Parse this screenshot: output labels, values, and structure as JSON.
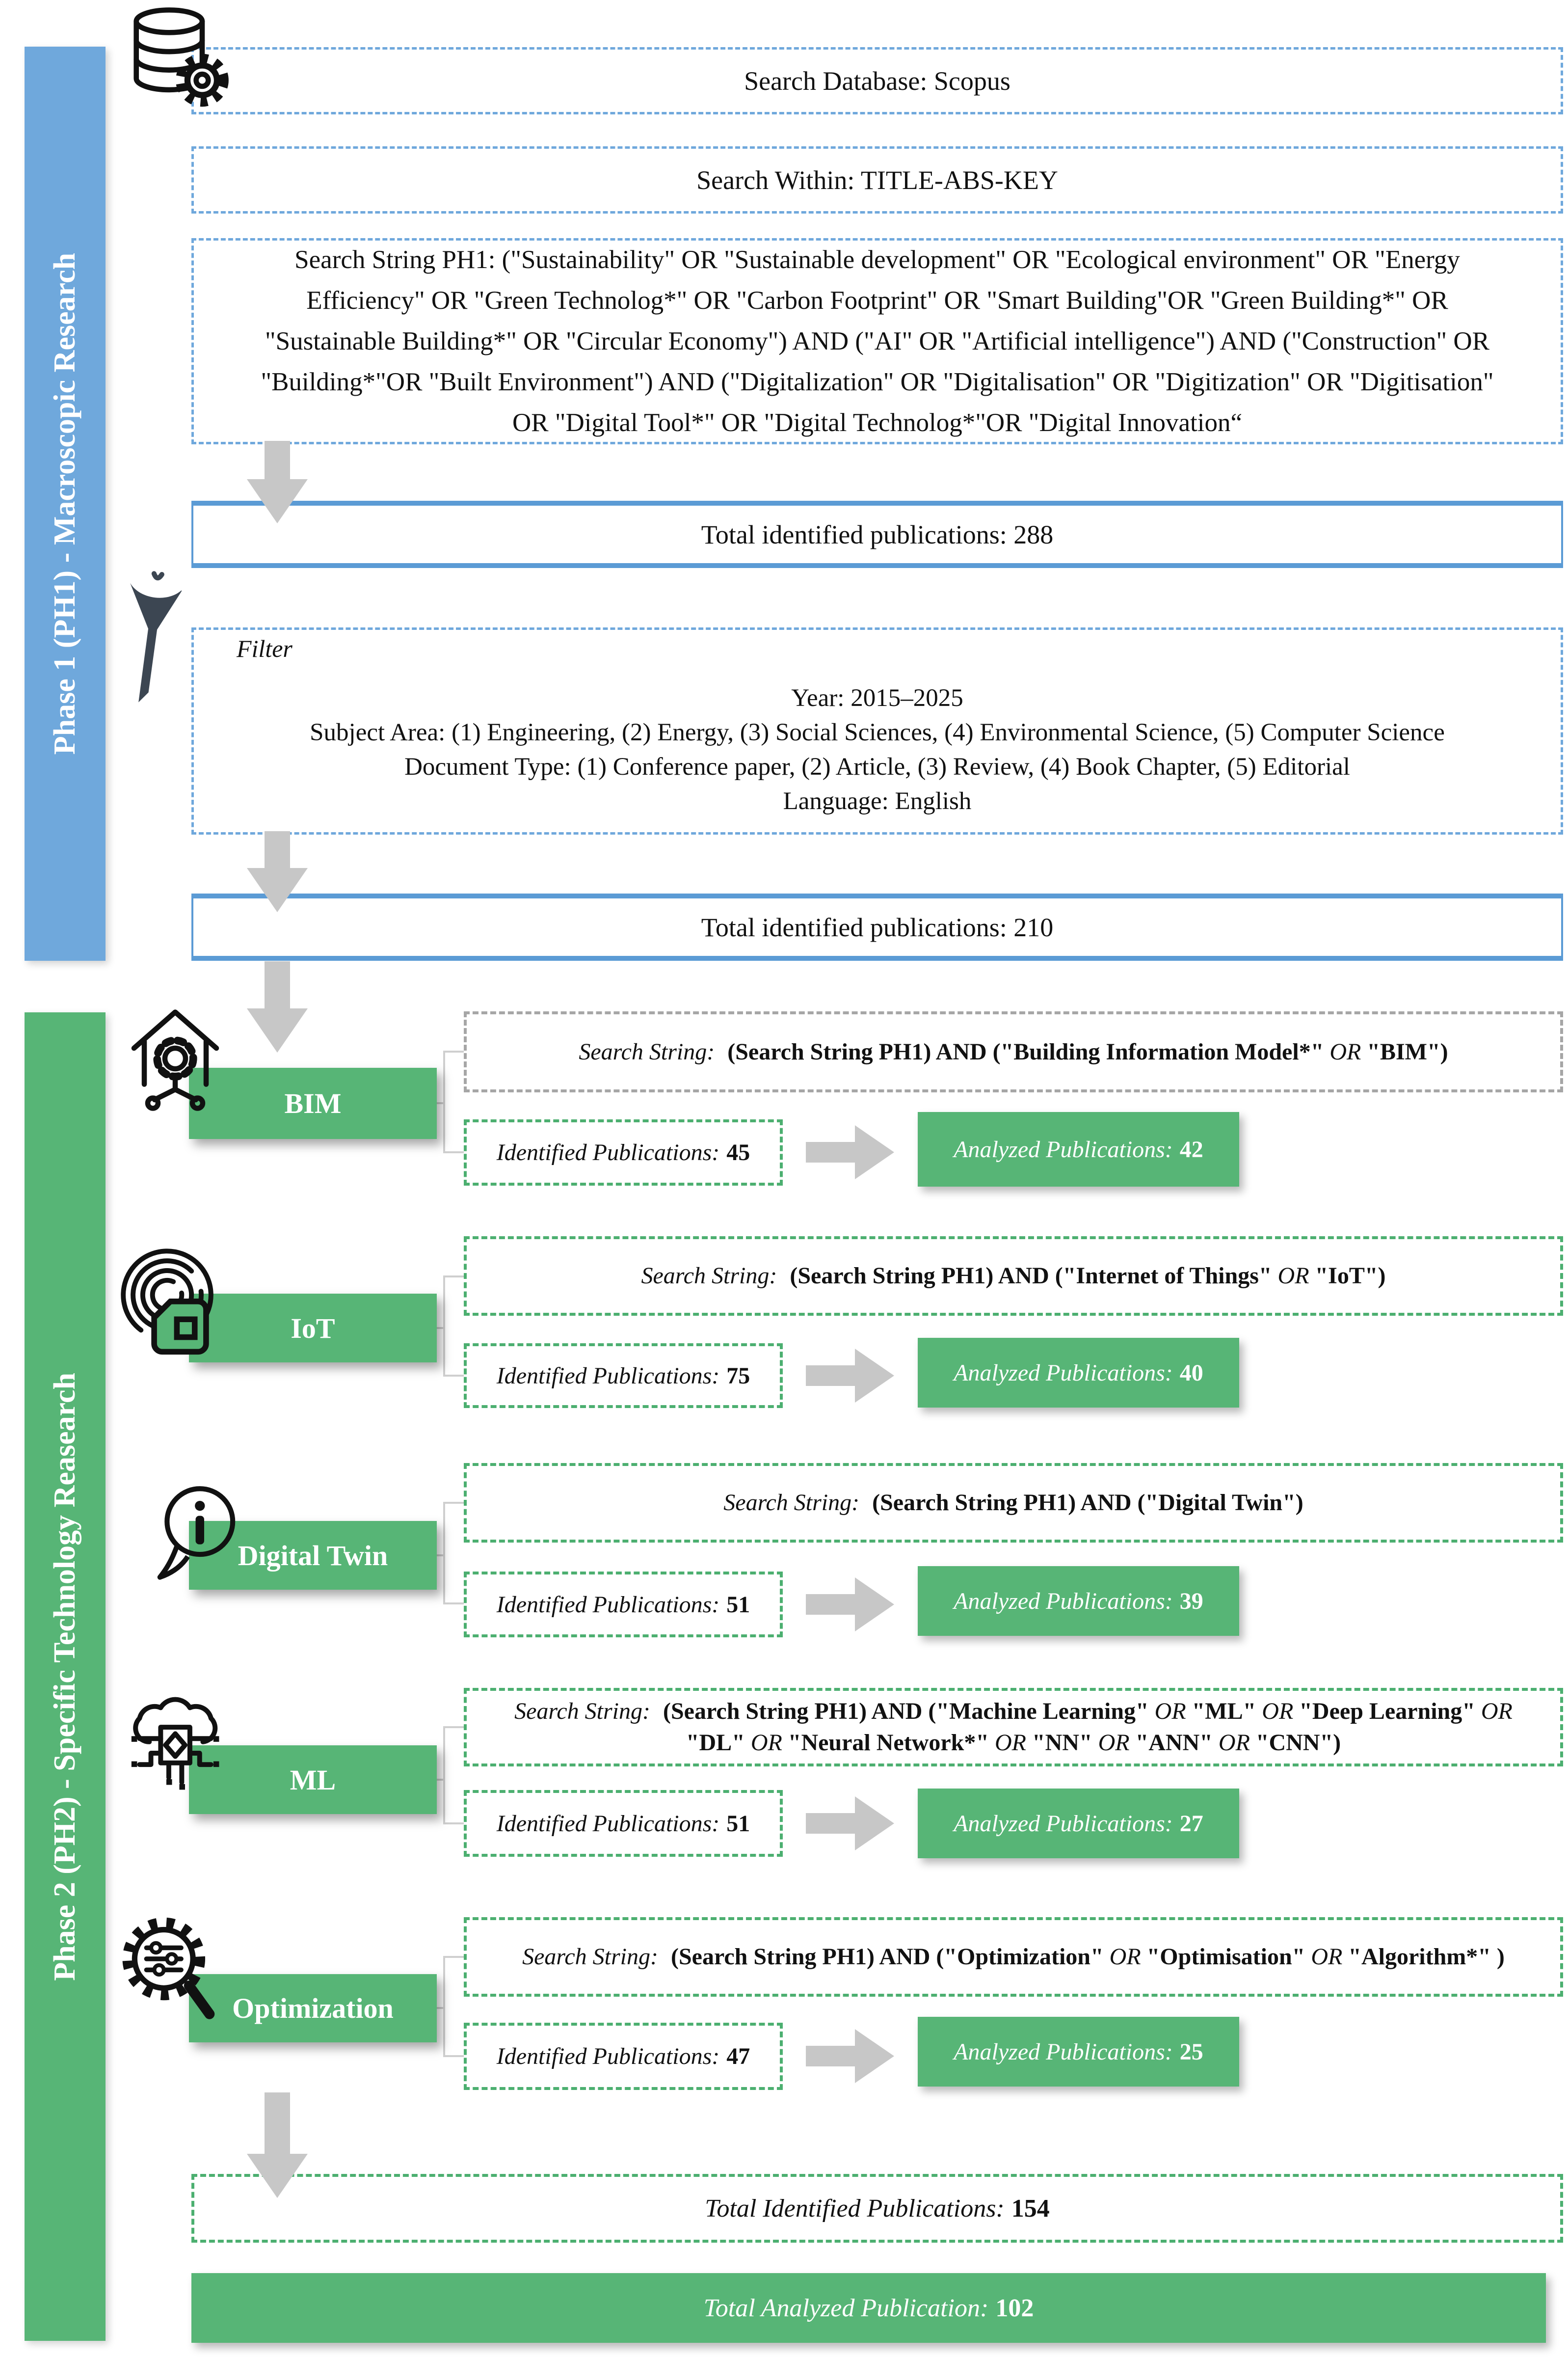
{
  "phase1": {
    "sidebar_label": "Phase 1 (PH1) - Macroscopic Research",
    "sidebar_color": "#6fa8dc",
    "database_box": "Search Database: Scopus",
    "within_box": "Search Within: TITLE-ABS-KEY",
    "search_string": "Search String PH1: (\"Sustainability\" OR \"Sustainable development\" OR \"Ecological environment\" OR \"Energy Efficiency\" OR \"Green Technolog*\" OR \"Carbon Footprint\" OR \"Smart Building\"OR \"Green Building*\" OR \"Sustainable Building*\" OR \"Circular Economy\") AND (\"AI\" OR \"Artificial intelligence\") AND (\"Construction\" OR \"Building*\"OR \"Built Environment\") AND (\"Digitalization\" OR \"Digitalisation\" OR \"Digitization\" OR \"Digitisation\" OR \"Digital Tool*\" OR \"Digital Technolog*\"OR \"Digital Innovation“",
    "total_identified_288": "Total identified publications: 288",
    "filter_label": "Filter",
    "filter_lines": [
      "Year: 2015–2025",
      "Subject Area:  (1) Engineering, (2) Energy, (3) Social Sciences, (4) Environmental Science, (5) Computer Science",
      "Document Type: (1) Conference paper, (2) Article, (3) Review, (4) Book Chapter, (5) Editorial",
      "Language: English"
    ],
    "total_identified_210": "Total identified publications: 210",
    "icons": {
      "database": "database-gear-icon",
      "filter": "filter-funnel-icon"
    }
  },
  "phase2": {
    "sidebar_label": "Phase 2 (PH2) - Specific Technology Reasearch",
    "accent_color": "#57b576",
    "search_prefix": "Search String:",
    "identified_label": "Identified Publications:",
    "analyzed_label": "Analyzed Publications:",
    "rows": [
      {
        "label": "BIM",
        "icon": "smart-home-gear-icon",
        "query": "(Search String PH1) AND (\"Building Information Model*\" OR \"BIM\")",
        "identified_value": "45",
        "analyzed_value": "42"
      },
      {
        "label": "IoT",
        "icon": "fingerprint-lock-icon",
        "query": "(Search String PH1) AND (\"Internet of Things\" OR \"IoT\")",
        "identified_value": "75",
        "analyzed_value": "40"
      },
      {
        "label": "Digital Twin",
        "icon": "info-bubble-icon",
        "query": "(Search String PH1) AND (\"Digital Twin\")",
        "identified_value": "51",
        "analyzed_value": "39"
      },
      {
        "label": "ML",
        "icon": "ai-brain-circuit-icon",
        "query": "(Search String PH1) AND (\"Machine Learning\" OR \"ML\" OR \"Deep Learning\" OR \"DL\" OR \"Neural Network*\" OR \"NN\" OR \"ANN\" OR \"CNN\")",
        "identified_value": "51",
        "analyzed_value": "27"
      },
      {
        "label": "Optimization",
        "icon": "gear-magnifier-icon",
        "query": "(Search String PH1) AND (\"Optimization\" OR \"Optimisation\" OR \"Algorithm*\" )",
        "identified_value": "47",
        "analyzed_value": "25"
      }
    ],
    "total_identified_label": "Total Identified Publications:",
    "total_identified_value": "154",
    "total_analyzed_label": "Total Analyzed Publication:",
    "total_analyzed_value": "102"
  }
}
